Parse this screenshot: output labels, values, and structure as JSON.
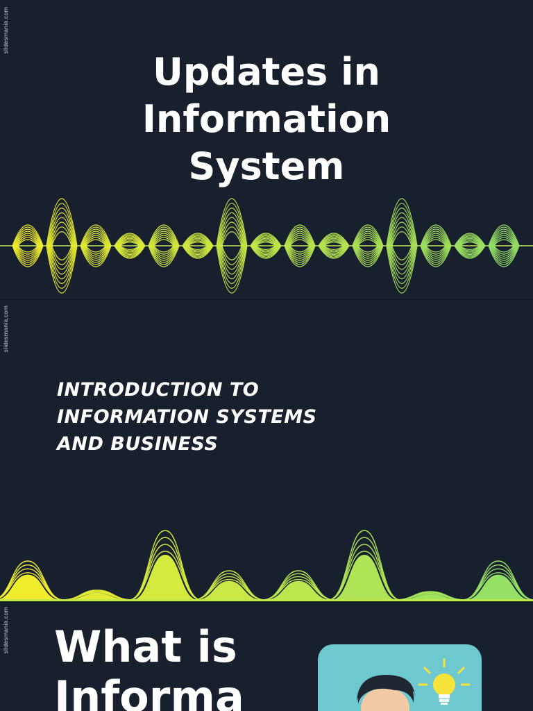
{
  "watermark": "slidesmania.com",
  "slide1": {
    "title_lines": [
      "Updates in",
      "Information",
      "System"
    ]
  },
  "slide2": {
    "subtitle_lines": [
      "INTRODUCTION TO",
      "INFORMATION SYSTEMS",
      "AND BUSINESS"
    ]
  },
  "slide3": {
    "title_lines": [
      "What is",
      "Informa"
    ]
  },
  "colors": {
    "background": "#18202e",
    "wave_start": "#f5ee2a",
    "wave_end": "#8ee06a",
    "card": "#6ec8cf",
    "bulb": "#f7e43a"
  }
}
